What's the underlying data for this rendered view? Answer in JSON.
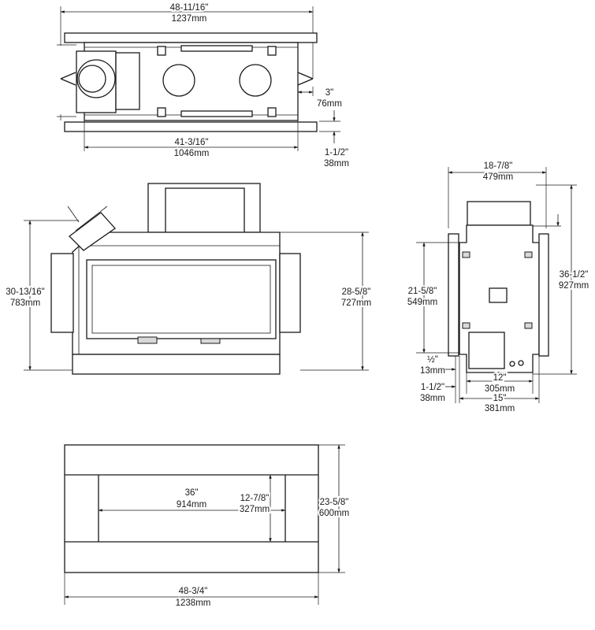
{
  "top_view": {
    "overall_width": {
      "in": "48-11/16\"",
      "mm": "1237mm"
    },
    "body_width": {
      "in": "41-3/16\"",
      "mm": "1046mm"
    },
    "offset": {
      "in": "3\"",
      "mm": "76mm"
    },
    "flange": {
      "in": "1-1/2\"",
      "mm": "38mm"
    }
  },
  "front_view": {
    "overall_height": {
      "in": "30-13/16\"",
      "mm": "783mm"
    },
    "body_height": {
      "in": "28-5/8\"",
      "mm": "727mm"
    }
  },
  "side_view": {
    "top_width": {
      "in": "18-7/8\"",
      "mm": "479mm"
    },
    "overall_height": {
      "in": "36-1/2\"",
      "mm": "927mm"
    },
    "rail_height": {
      "in": "21-5/8\"",
      "mm": "549mm"
    },
    "half_inch": {
      "in": "½\"",
      "mm": "13mm"
    },
    "flange": {
      "in": "1-1/2\"",
      "mm": "38mm"
    },
    "base_width": {
      "in": "12\"",
      "mm": "305mm"
    },
    "overall_width": {
      "in": "15\"",
      "mm": "381mm"
    }
  },
  "opening_view": {
    "opening_width": {
      "in": "36\"",
      "mm": "914mm"
    },
    "opening_height": {
      "in": "12-7/8\"",
      "mm": "327mm"
    },
    "overall_height": {
      "in": "23-5/8\"",
      "mm": "600mm"
    },
    "overall_width": {
      "in": "48-3/4\"",
      "mm": "1238mm"
    }
  }
}
